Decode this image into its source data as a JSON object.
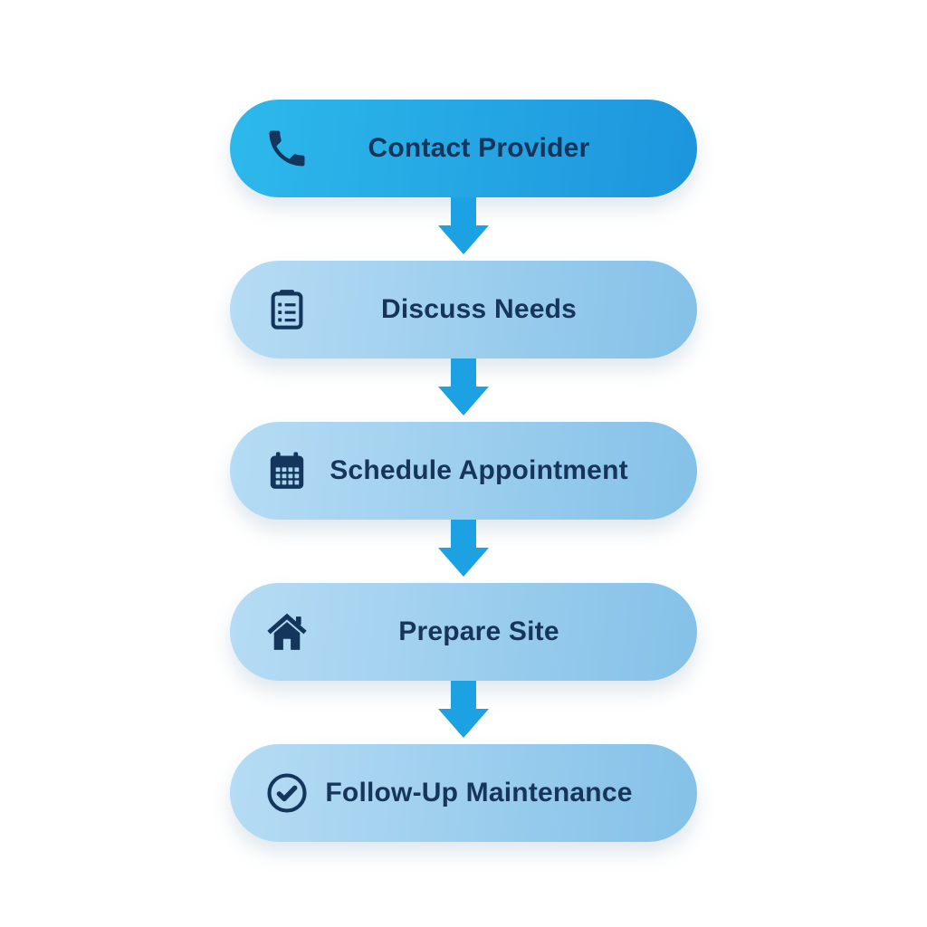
{
  "diagram": {
    "name": "service-setup-flowchart",
    "steps": [
      {
        "label": "Contact Provider",
        "icon": "phone-icon",
        "variant": "primary"
      },
      {
        "label": "Discuss Needs",
        "icon": "clipboard-list-icon",
        "variant": "secondary"
      },
      {
        "label": "Schedule Appointment",
        "icon": "calendar-icon",
        "variant": "secondary"
      },
      {
        "label": "Prepare Site",
        "icon": "home-icon",
        "variant": "secondary"
      },
      {
        "label": "Follow-Up Maintenance",
        "icon": "check-circle-icon",
        "variant": "secondary"
      }
    ],
    "connector": "down-arrow"
  },
  "colors": {
    "p1-left": "#2db9eb",
    "p1-right": "#1d95dd",
    "p2-left": "#b6dcf4",
    "p2-right": "#84c1e8",
    "arrow-color": "#1ca2e2",
    "text-color": "#17345a",
    "icon-color": "#14365c",
    "calendar-cell": "#a9d4ef",
    "background": "#ffffff"
  }
}
